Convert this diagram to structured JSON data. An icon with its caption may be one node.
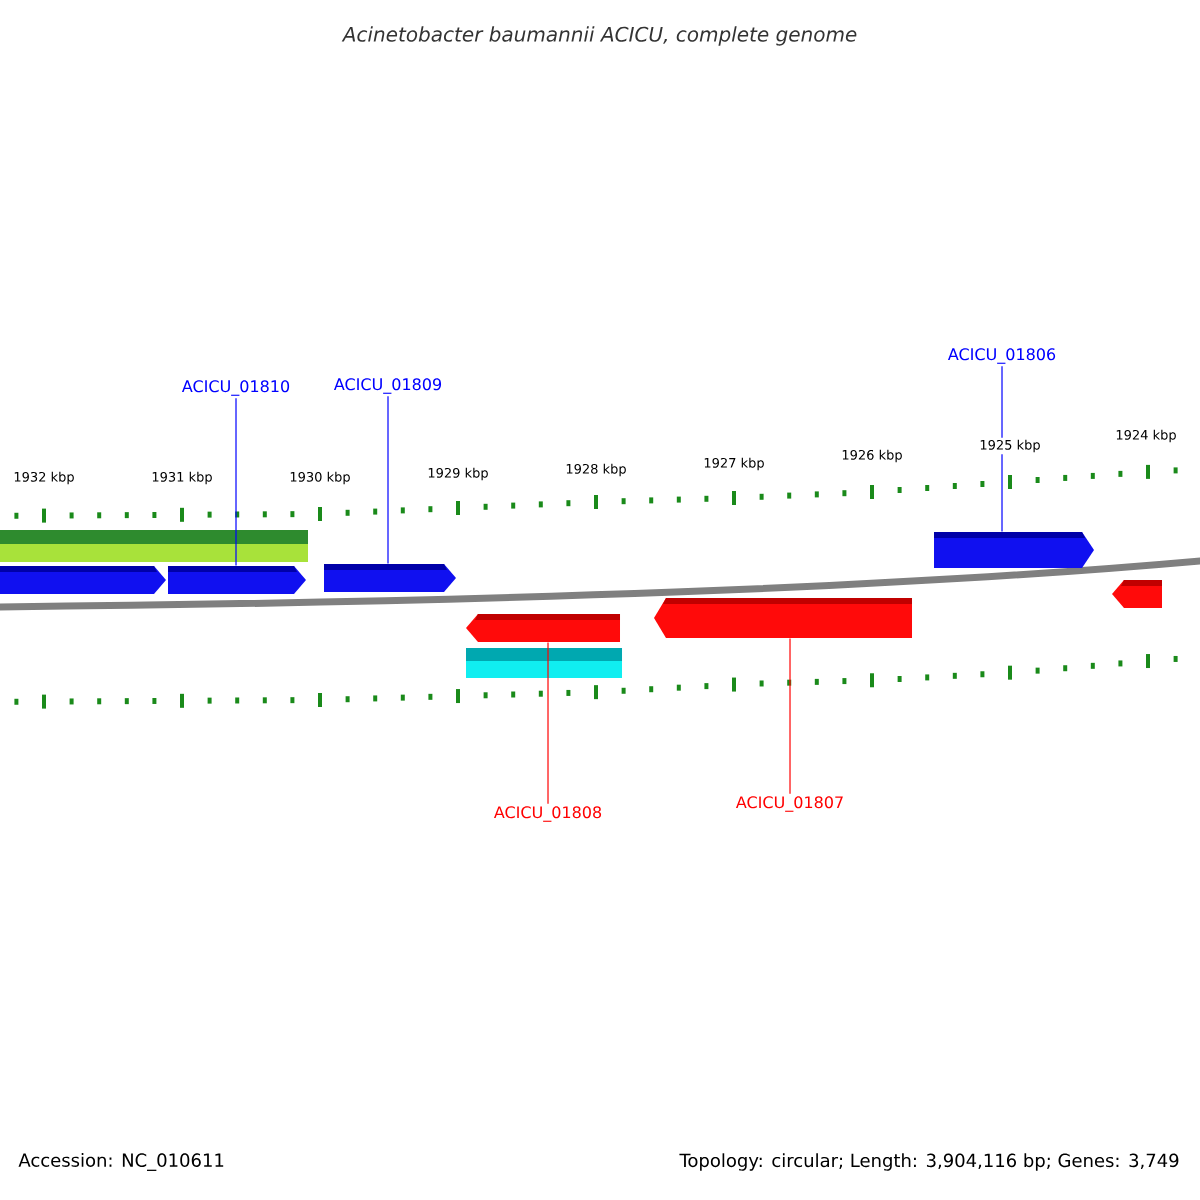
{
  "diagram": {
    "title": "Acinetobacter baumannii ACICU, complete genome",
    "nodes": [
      {
        "text": [
          "ACICU_01810"
        ]
      },
      {
        "text": [
          "ACICU_01809"
        ]
      },
      {
        "text": [
          "ACICU_01806"
        ]
      },
      {
        "text": [
          "ACICU_01808"
        ]
      },
      {
        "text": [
          "ACICU_01807"
        ]
      },
      {
        "text": [],
        "shape": "bar"
      },
      {
        "text": [],
        "shape": "arrow"
      },
      {
        "text": [],
        "shape": "arrow"
      },
      {
        "text": [],
        "shape": "arrow"
      },
      {
        "text": [],
        "shape": "arrow"
      },
      {
        "text": [],
        "shape": "arrow"
      },
      {
        "text": [],
        "shape": "bar"
      },
      {
        "text": [],
        "shape": "arrow"
      },
      {
        "text": [],
        "shape": "arrow"
      }
    ],
    "edges": [
      {
        "from": 0,
        "to": 7,
        "arrow": "none"
      },
      {
        "from": 1,
        "to": 8,
        "arrow": "none"
      },
      {
        "from": 2,
        "to": 9,
        "arrow": "none"
      },
      {
        "from": 3,
        "to": 10,
        "arrow": "none",
        "color": "#ff0000"
      },
      {
        "from": 4,
        "to": 12,
        "arrow": "none",
        "color": "#ff0000"
      }
    ],
    "labels": [
      "1932 kbp",
      "1931 kbp",
      "1930 kbp",
      "1929 kbp",
      "1928 kbp",
      "1927 kbp",
      "1926 kbp",
      "1925 kbp",
      "1924 kbp",
      "Accession: NC_010611",
      "Topology: circular; Length: 3,904,116 bp; Genes: 3,749"
    ]
  }
}
